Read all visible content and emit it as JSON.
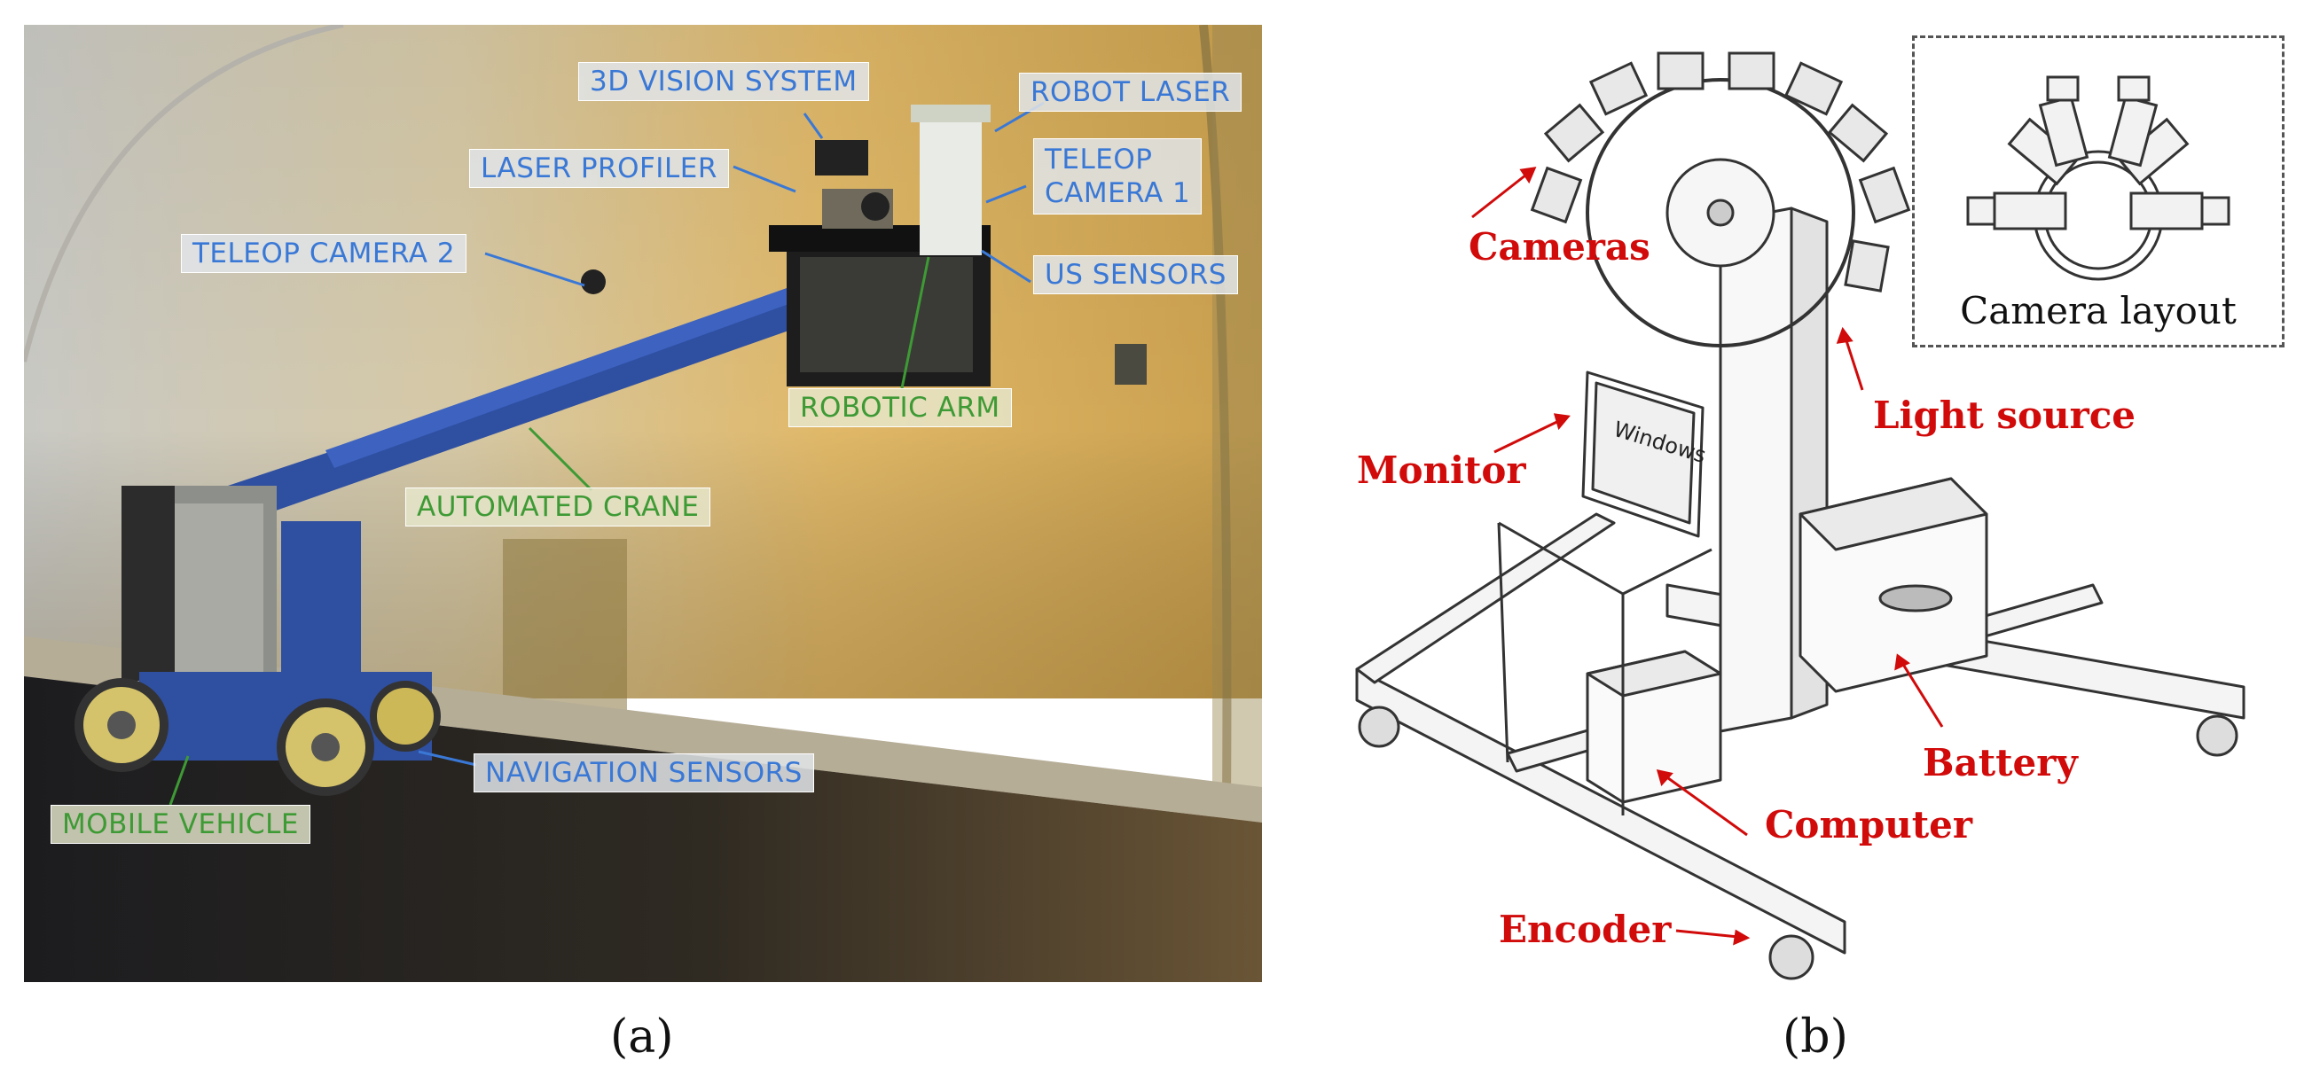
{
  "panel_a": {
    "labels": {
      "vision_system": "3D VISION SYSTEM",
      "robot_laser": "ROBOT LASER",
      "laser_profiler": "LASER PROFILER",
      "teleop_camera_1": "TELEOP\nCAMERA 1",
      "teleop_camera_2": "TELEOP CAMERA 2",
      "us_sensors": "US SENSORS",
      "robotic_arm": "ROBOTIC ARM",
      "automated_crane": "AUTOMATED CRANE",
      "navigation_sensors": "NAVIGATION SENSORS",
      "mobile_vehicle": "MOBILE VEHICLE"
    },
    "caption": "(a)"
  },
  "panel_b": {
    "labels": {
      "cameras": "Cameras",
      "light_source": "Light source",
      "monitor": "Monitor",
      "battery": "Battery",
      "computer": "Computer",
      "encoder": "Encoder"
    },
    "monitor_screen_text": "Windows",
    "camera_layout_caption": "Camera layout",
    "caption": "(b)"
  },
  "colors": {
    "label_blue": "#3a78d6",
    "label_green": "#3e9a35",
    "label_red": "#d10a0a",
    "crane_blue": "#2f4fa0"
  }
}
